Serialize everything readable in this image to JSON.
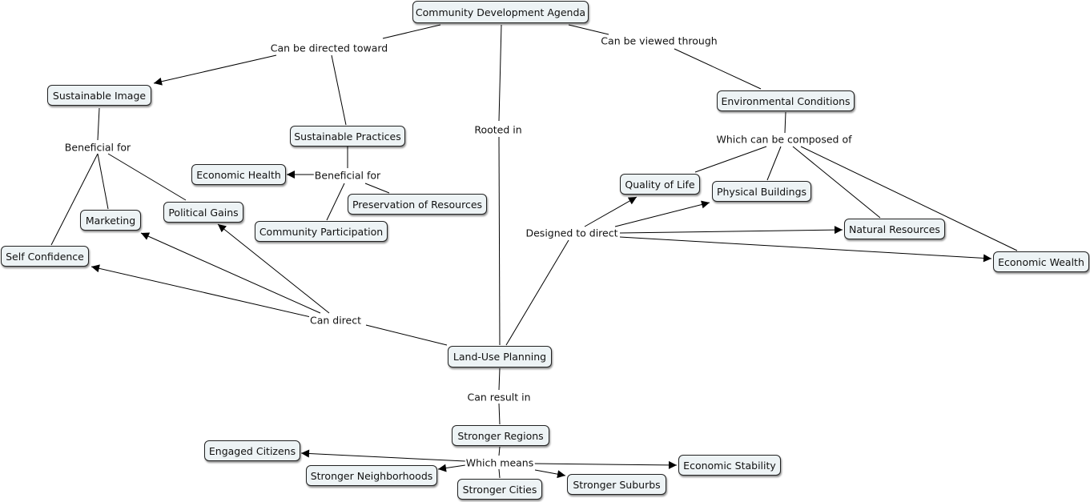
{
  "concepts": {
    "cda": "Community Development Agenda",
    "sustainable_image": "Sustainable Image",
    "sustainable_practices": "Sustainable Practices",
    "environmental_conditions": "Environmental Conditions",
    "economic_health": "Economic Health",
    "preservation_of_resources": "Preservation of Resources",
    "community_participation": "Community Participation",
    "marketing": "Marketing",
    "political_gains": "Political Gains",
    "self_confidence": "Self Confidence",
    "quality_of_life": "Quality of Life",
    "physical_buildings": "Physical Buildings",
    "natural_resources": "Natural Resources",
    "economic_wealth": "Economic Wealth",
    "land_use_planning": "Land-Use Planning",
    "stronger_regions": "Stronger Regions",
    "engaged_citizens": "Engaged Citizens",
    "stronger_neighborhoods": "Stronger Neighborhoods",
    "stronger_cities": "Stronger Cities",
    "stronger_suburbs": "Stronger Suburbs",
    "economic_stability": "Economic Stability"
  },
  "linking_phrases": {
    "can_be_directed_toward": "Can be directed toward",
    "can_be_viewed_through": "Can be viewed through",
    "rooted_in": "Rooted in",
    "beneficial_for_1": "Beneficial for",
    "beneficial_for_2": "Beneficial for",
    "which_can_be_composed_of": "Which can be composed of",
    "designed_to_direct": "Designed to direct",
    "can_direct": "Can direct",
    "can_result_in": "Can result in",
    "which_means": "Which means"
  }
}
